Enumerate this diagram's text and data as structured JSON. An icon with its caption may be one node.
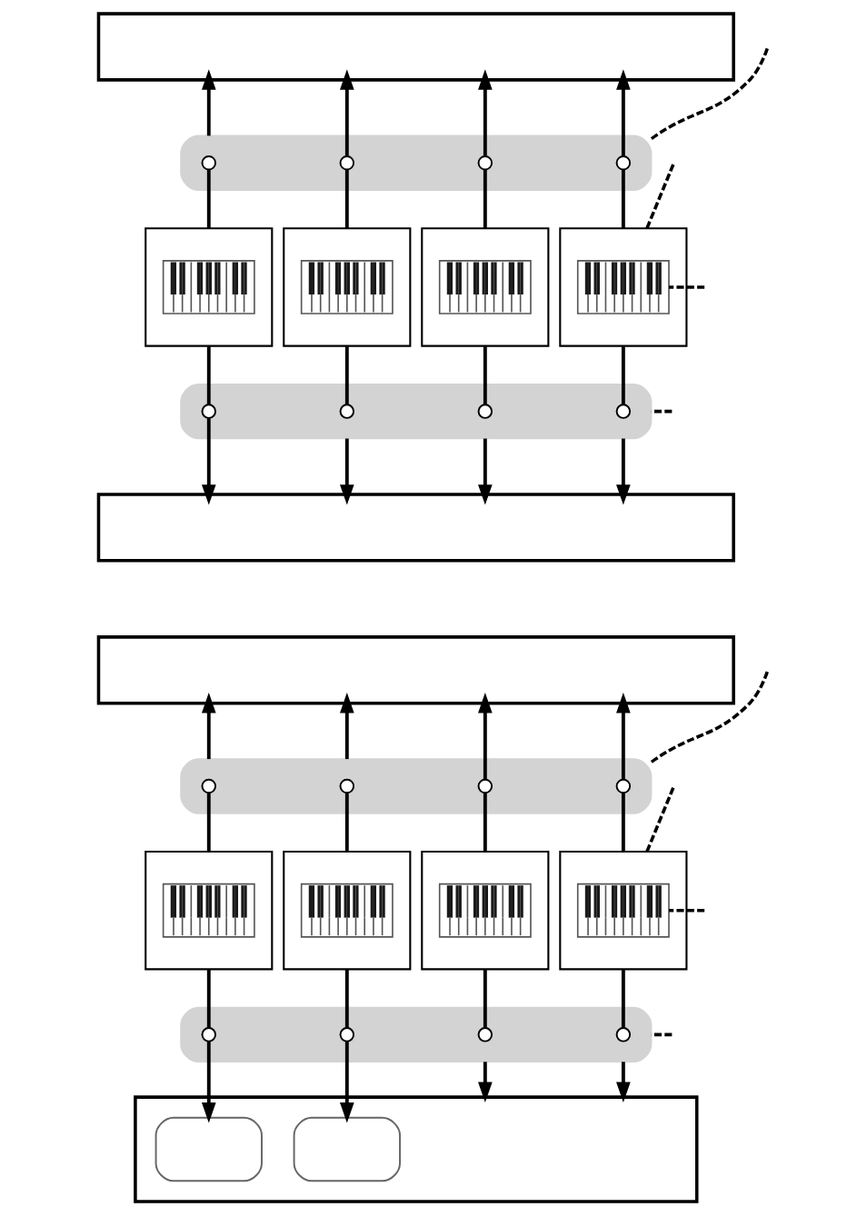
{
  "diagram": {
    "nodes": [
      {
        "text": [],
        "shape": "box"
      },
      {
        "text": [],
        "shape": "bar"
      },
      {
        "text": [],
        "shape": "circle",
        "in": 1
      },
      {
        "text": [],
        "shape": "circle",
        "in": 1
      },
      {
        "text": [],
        "shape": "circle",
        "in": 1
      },
      {
        "text": [],
        "shape": "circle",
        "in": 1
      },
      {
        "text": [],
        "shape": "box"
      },
      {
        "text": [],
        "shape": "picture",
        "in": 6
      },
      {
        "text": [],
        "shape": "box"
      },
      {
        "text": [],
        "shape": "picture",
        "in": 8
      },
      {
        "text": [],
        "shape": "box"
      },
      {
        "text": [],
        "shape": "picture",
        "in": 10
      },
      {
        "text": [],
        "shape": "box"
      },
      {
        "text": [],
        "shape": "picture",
        "in": 12
      },
      {
        "text": [],
        "shape": "bar"
      },
      {
        "text": [],
        "shape": "circle",
        "in": 14
      },
      {
        "text": [],
        "shape": "circle",
        "in": 14
      },
      {
        "text": [],
        "shape": "circle",
        "in": 14
      },
      {
        "text": [],
        "shape": "circle",
        "in": 14
      },
      {
        "text": [],
        "shape": "box"
      },
      {
        "text": [],
        "shape": "box"
      },
      {
        "text": [],
        "shape": "bar"
      },
      {
        "text": [],
        "shape": "circle",
        "in": 21
      },
      {
        "text": [],
        "shape": "circle",
        "in": 21
      },
      {
        "text": [],
        "shape": "circle",
        "in": 21
      },
      {
        "text": [],
        "shape": "circle",
        "in": 21
      },
      {
        "text": [],
        "shape": "box"
      },
      {
        "text": [],
        "shape": "picture",
        "in": 26
      },
      {
        "text": [],
        "shape": "box"
      },
      {
        "text": [],
        "shape": "picture",
        "in": 28
      },
      {
        "text": [],
        "shape": "box"
      },
      {
        "text": [],
        "shape": "picture",
        "in": 30
      },
      {
        "text": [],
        "shape": "box"
      },
      {
        "text": [],
        "shape": "picture",
        "in": 32
      },
      {
        "text": [],
        "shape": "bar"
      },
      {
        "text": [],
        "shape": "circle",
        "in": 34
      },
      {
        "text": [],
        "shape": "circle",
        "in": 34
      },
      {
        "text": [],
        "shape": "circle",
        "in": 34
      },
      {
        "text": [],
        "shape": "circle",
        "in": 34
      },
      {
        "text": [],
        "shape": "box"
      },
      {
        "text": [],
        "shape": "box",
        "in": 39
      },
      {
        "text": [],
        "shape": "box",
        "in": 39
      }
    ],
    "edges": [
      {
        "from": 2,
        "to": 6,
        "arrow": "none"
      },
      {
        "from": 3,
        "to": 8,
        "arrow": "none"
      },
      {
        "from": 4,
        "to": 10,
        "arrow": "none"
      },
      {
        "from": 5,
        "to": 12,
        "arrow": "none"
      },
      {
        "from": 1,
        "to": 0,
        "arrow": "to"
      },
      {
        "from": 3,
        "to": 0,
        "arrow": "to"
      },
      {
        "from": 4,
        "to": 0,
        "arrow": "to"
      },
      {
        "from": 5,
        "to": 0,
        "arrow": "to"
      },
      {
        "from": 6,
        "to": 15,
        "arrow": "none"
      },
      {
        "from": 8,
        "to": 16,
        "arrow": "none"
      },
      {
        "from": 10,
        "to": 17,
        "arrow": "none"
      },
      {
        "from": 12,
        "to": 18,
        "arrow": "none"
      },
      {
        "from": 15,
        "to": 19,
        "arrow": "to"
      },
      {
        "from": 14,
        "to": 19,
        "arrow": "to"
      },
      {
        "from": 14,
        "to": 19,
        "arrow": "to"
      },
      {
        "from": 14,
        "to": 19,
        "arrow": "to"
      },
      {
        "from": null,
        "to": 1,
        "arrow": "none",
        "style": "dashed"
      },
      {
        "from": null,
        "to": 12,
        "arrow": "none",
        "style": "dashed"
      },
      {
        "from": null,
        "to": 13,
        "arrow": "none",
        "style": "dashed"
      },
      {
        "from": null,
        "to": 14,
        "arrow": "none",
        "style": "dashed"
      },
      {
        "from": 22,
        "to": 26,
        "arrow": "none"
      },
      {
        "from": 23,
        "to": 28,
        "arrow": "none"
      },
      {
        "from": 24,
        "to": 30,
        "arrow": "none"
      },
      {
        "from": 25,
        "to": 32,
        "arrow": "none"
      },
      {
        "from": 21,
        "to": 20,
        "arrow": "to"
      },
      {
        "from": 21,
        "to": 20,
        "arrow": "to"
      },
      {
        "from": 24,
        "to": 20,
        "arrow": "to"
      },
      {
        "from": 25,
        "to": 20,
        "arrow": "to"
      },
      {
        "from": 26,
        "to": 35,
        "arrow": "none"
      },
      {
        "from": 28,
        "to": 36,
        "arrow": "none"
      },
      {
        "from": 30,
        "to": 37,
        "arrow": "none"
      },
      {
        "from": 32,
        "to": 38,
        "arrow": "none"
      },
      {
        "from": 35,
        "to": 40,
        "arrow": "to"
      },
      {
        "from": 36,
        "to": 41,
        "arrow": "to"
      },
      {
        "from": 34,
        "to": 39,
        "arrow": "to"
      },
      {
        "from": 34,
        "to": 39,
        "arrow": "to"
      },
      {
        "from": null,
        "to": 21,
        "arrow": "none",
        "style": "dashed"
      },
      {
        "from": null,
        "to": 32,
        "arrow": "none",
        "style": "dashed"
      },
      {
        "from": null,
        "to": 33,
        "arrow": "none",
        "style": "dashed"
      },
      {
        "from": null,
        "to": 34,
        "arrow": "none",
        "style": "dashed"
      }
    ]
  }
}
